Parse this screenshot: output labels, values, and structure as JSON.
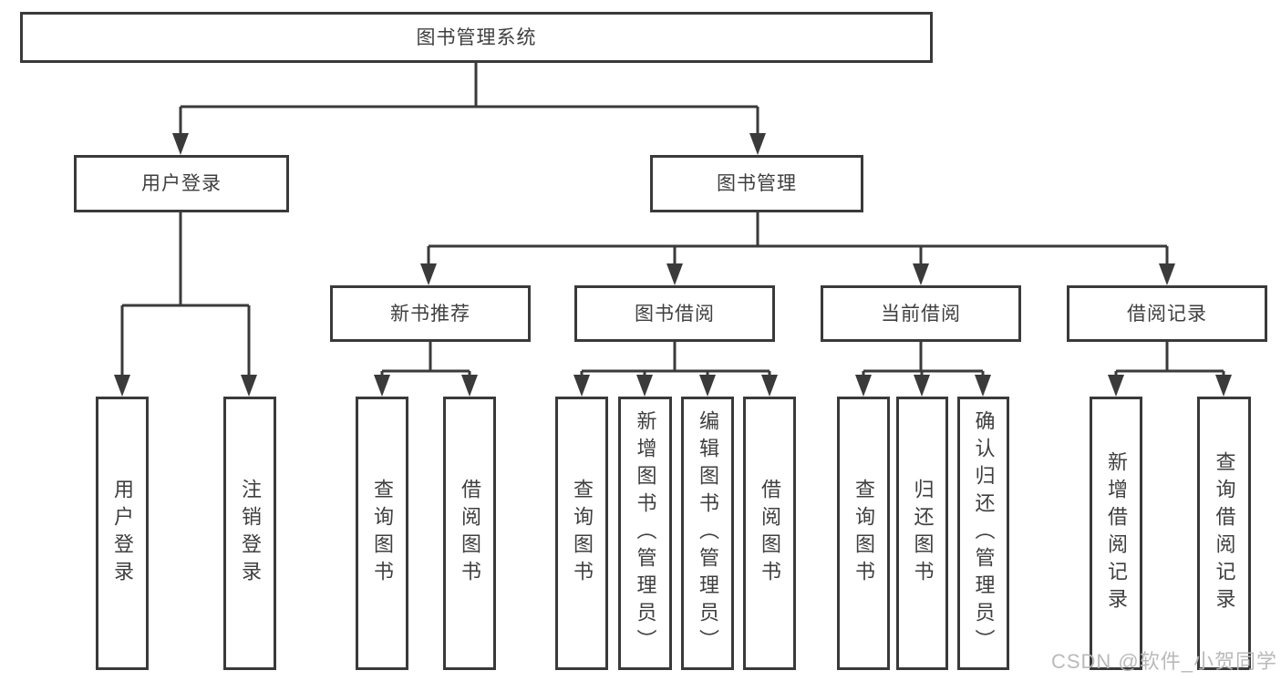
{
  "colors": {
    "line": "#3a3a3a",
    "box_border": "#3a3a3a",
    "box_fill": "#ffffff",
    "text": "#3f3f3f",
    "watermark": "#b6b6b6"
  },
  "watermark": "CSDN @软件_小贺同学",
  "tree": {
    "root": {
      "label": "图书管理系统",
      "children": [
        {
          "label": "用户登录",
          "children": [
            {
              "label": "用户登录"
            },
            {
              "label": "注销登录"
            }
          ]
        },
        {
          "label": "图书管理",
          "children": [
            {
              "label": "新书推荐",
              "children": [
                {
                  "label": "查询图书"
                },
                {
                  "label": "借阅图书"
                }
              ]
            },
            {
              "label": "图书借阅",
              "children": [
                {
                  "label": "查询图书"
                },
                {
                  "label": "新增图书（管理员）"
                },
                {
                  "label": "编辑图书（管理员）"
                },
                {
                  "label": "借阅图书"
                }
              ]
            },
            {
              "label": "当前借阅",
              "children": [
                {
                  "label": "查询图书"
                },
                {
                  "label": "归还图书"
                },
                {
                  "label": "确认归还（管理员）"
                }
              ]
            },
            {
              "label": "借阅记录",
              "children": [
                {
                  "label": "新增借阅记录"
                },
                {
                  "label": "查询借阅记录"
                }
              ]
            }
          ]
        }
      ]
    }
  }
}
